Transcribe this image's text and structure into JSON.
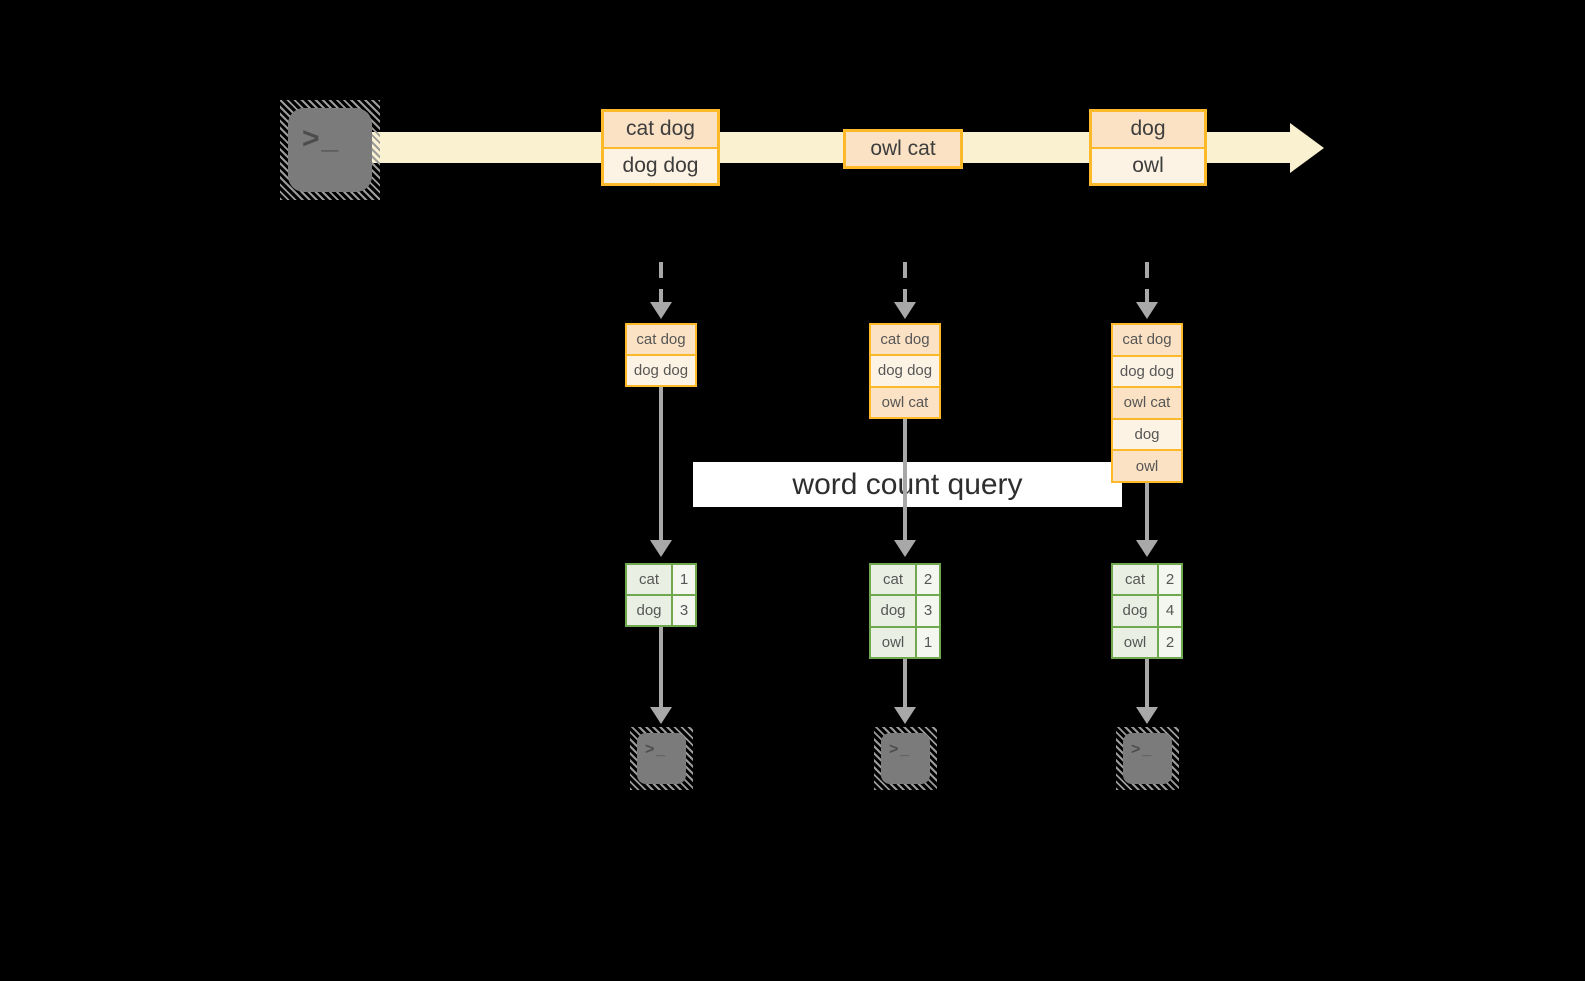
{
  "banner": {
    "label": "word count query"
  },
  "stream": {
    "events": [
      {
        "lines": [
          "cat dog",
          "dog dog"
        ]
      },
      {
        "lines": [
          "owl cat"
        ]
      },
      {
        "lines": [
          "dog",
          "owl"
        ]
      }
    ]
  },
  "columns": [
    {
      "state": [
        "cat dog",
        "dog dog"
      ],
      "counts": [
        {
          "word": "cat",
          "count": 1
        },
        {
          "word": "dog",
          "count": 3
        }
      ]
    },
    {
      "state": [
        "cat dog",
        "dog dog",
        "owl cat"
      ],
      "counts": [
        {
          "word": "cat",
          "count": 2
        },
        {
          "word": "dog",
          "count": 3
        },
        {
          "word": "owl",
          "count": 1
        }
      ]
    },
    {
      "state": [
        "cat dog",
        "dog dog",
        "owl cat",
        "dog",
        "owl"
      ],
      "counts": [
        {
          "word": "cat",
          "count": 2
        },
        {
          "word": "dog",
          "count": 4
        },
        {
          "word": "owl",
          "count": 2
        }
      ]
    }
  ],
  "icons": {
    "source": "terminal-icon",
    "sinks": [
      "terminal-icon",
      "terminal-icon",
      "terminal-icon"
    ],
    "source_glyph": ">_",
    "sink_glyph": ">_"
  },
  "colors": {
    "background": "#000000",
    "stream_band": "#FAF1D0",
    "box_border_orange": "#FDB92A",
    "box_fill_peach": "#FBE2C4",
    "box_fill_cream": "#FDF3E4",
    "table_border_green": "#6FA84F",
    "table_fill_green": "#E9EFE3",
    "arrow_gray": "#A8A8A8",
    "banner_bg": "#FFFFFF",
    "terminal_gray": "#7B7B7B"
  }
}
